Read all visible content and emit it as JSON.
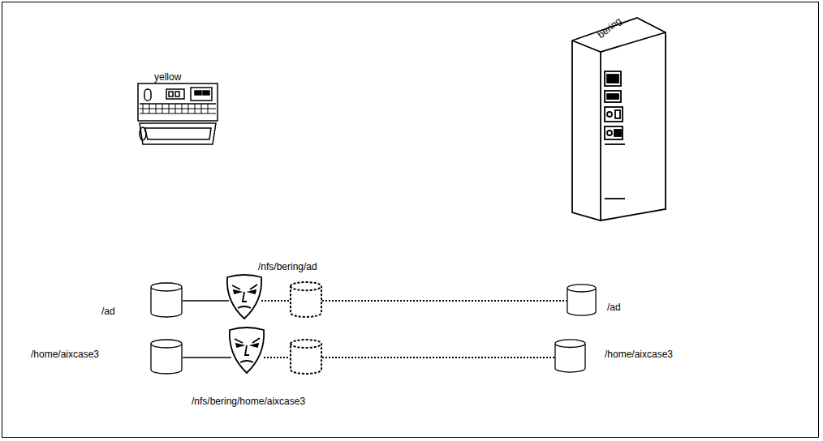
{
  "diagram": {
    "nodes": [
      {
        "text": [
          "/ad"
        ]
      },
      {
        "text": [
          "/nfs/bering/ad"
        ]
      },
      {
        "text": [
          "/ad"
        ]
      },
      {
        "text": [
          "/home/aixcase3"
        ]
      },
      {
        "text": [
          "/nfs/bering/home/aixcase3"
        ]
      },
      {
        "text": [
          "/home/aixcase3"
        ]
      }
    ],
    "edges": [
      {
        "from": 0,
        "to": 1,
        "arrow": "none"
      },
      {
        "from": 1,
        "to": 2,
        "arrow": "none"
      },
      {
        "from": 3,
        "to": 4,
        "arrow": "none"
      },
      {
        "from": 4,
        "to": 5,
        "arrow": "none"
      }
    ],
    "labels": [
      "yellow",
      "bering"
    ]
  }
}
